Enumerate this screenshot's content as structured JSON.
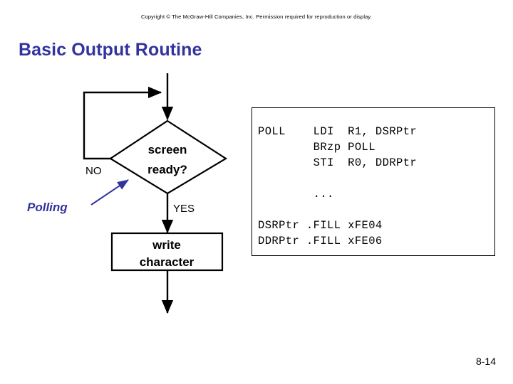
{
  "slide": {
    "copyright": "Copyright © The McGraw-Hill Companies, Inc. Permission required for reproduction or display.",
    "title": "Basic Output Routine",
    "page_number": "8-14",
    "background_color": "#ffffff",
    "title_color": "#3333a0",
    "accent_color": "#3333a0",
    "line_color": "#000000"
  },
  "flowchart": {
    "decision": {
      "line1": "screen",
      "line2": "ready?"
    },
    "process": {
      "line1": "write",
      "line2": "character"
    },
    "branch_no_label": "NO",
    "branch_yes_label": "YES",
    "annotation": "Polling"
  },
  "code_panel": {
    "lines": [
      {
        "label": "POLL",
        "opcode": "LDI",
        "operands": "R1, DSRPtr"
      },
      {
        "label": "",
        "opcode": "BRzp",
        "operands": "POLL"
      },
      {
        "label": "",
        "opcode": "STI",
        "operands": "R0, DDRPtr"
      },
      {
        "label": "",
        "opcode": "",
        "operands": ""
      },
      {
        "label": "",
        "opcode": "...",
        "operands": ""
      },
      {
        "label": "",
        "opcode": "",
        "operands": ""
      },
      {
        "label": "DSRPtr",
        "opcode": ".FILL",
        "operands": "xFE04"
      },
      {
        "label": "DDRPtr",
        "opcode": ".FILL",
        "operands": "xFE06"
      }
    ],
    "text": "POLL    LDI  R1, DSRPtr\n        BRzp POLL\n        STI  R0, DDRPtr\n\n        ...\n\nDSRPtr .FILL xFE04\nDDRPtr .FILL xFE06"
  }
}
